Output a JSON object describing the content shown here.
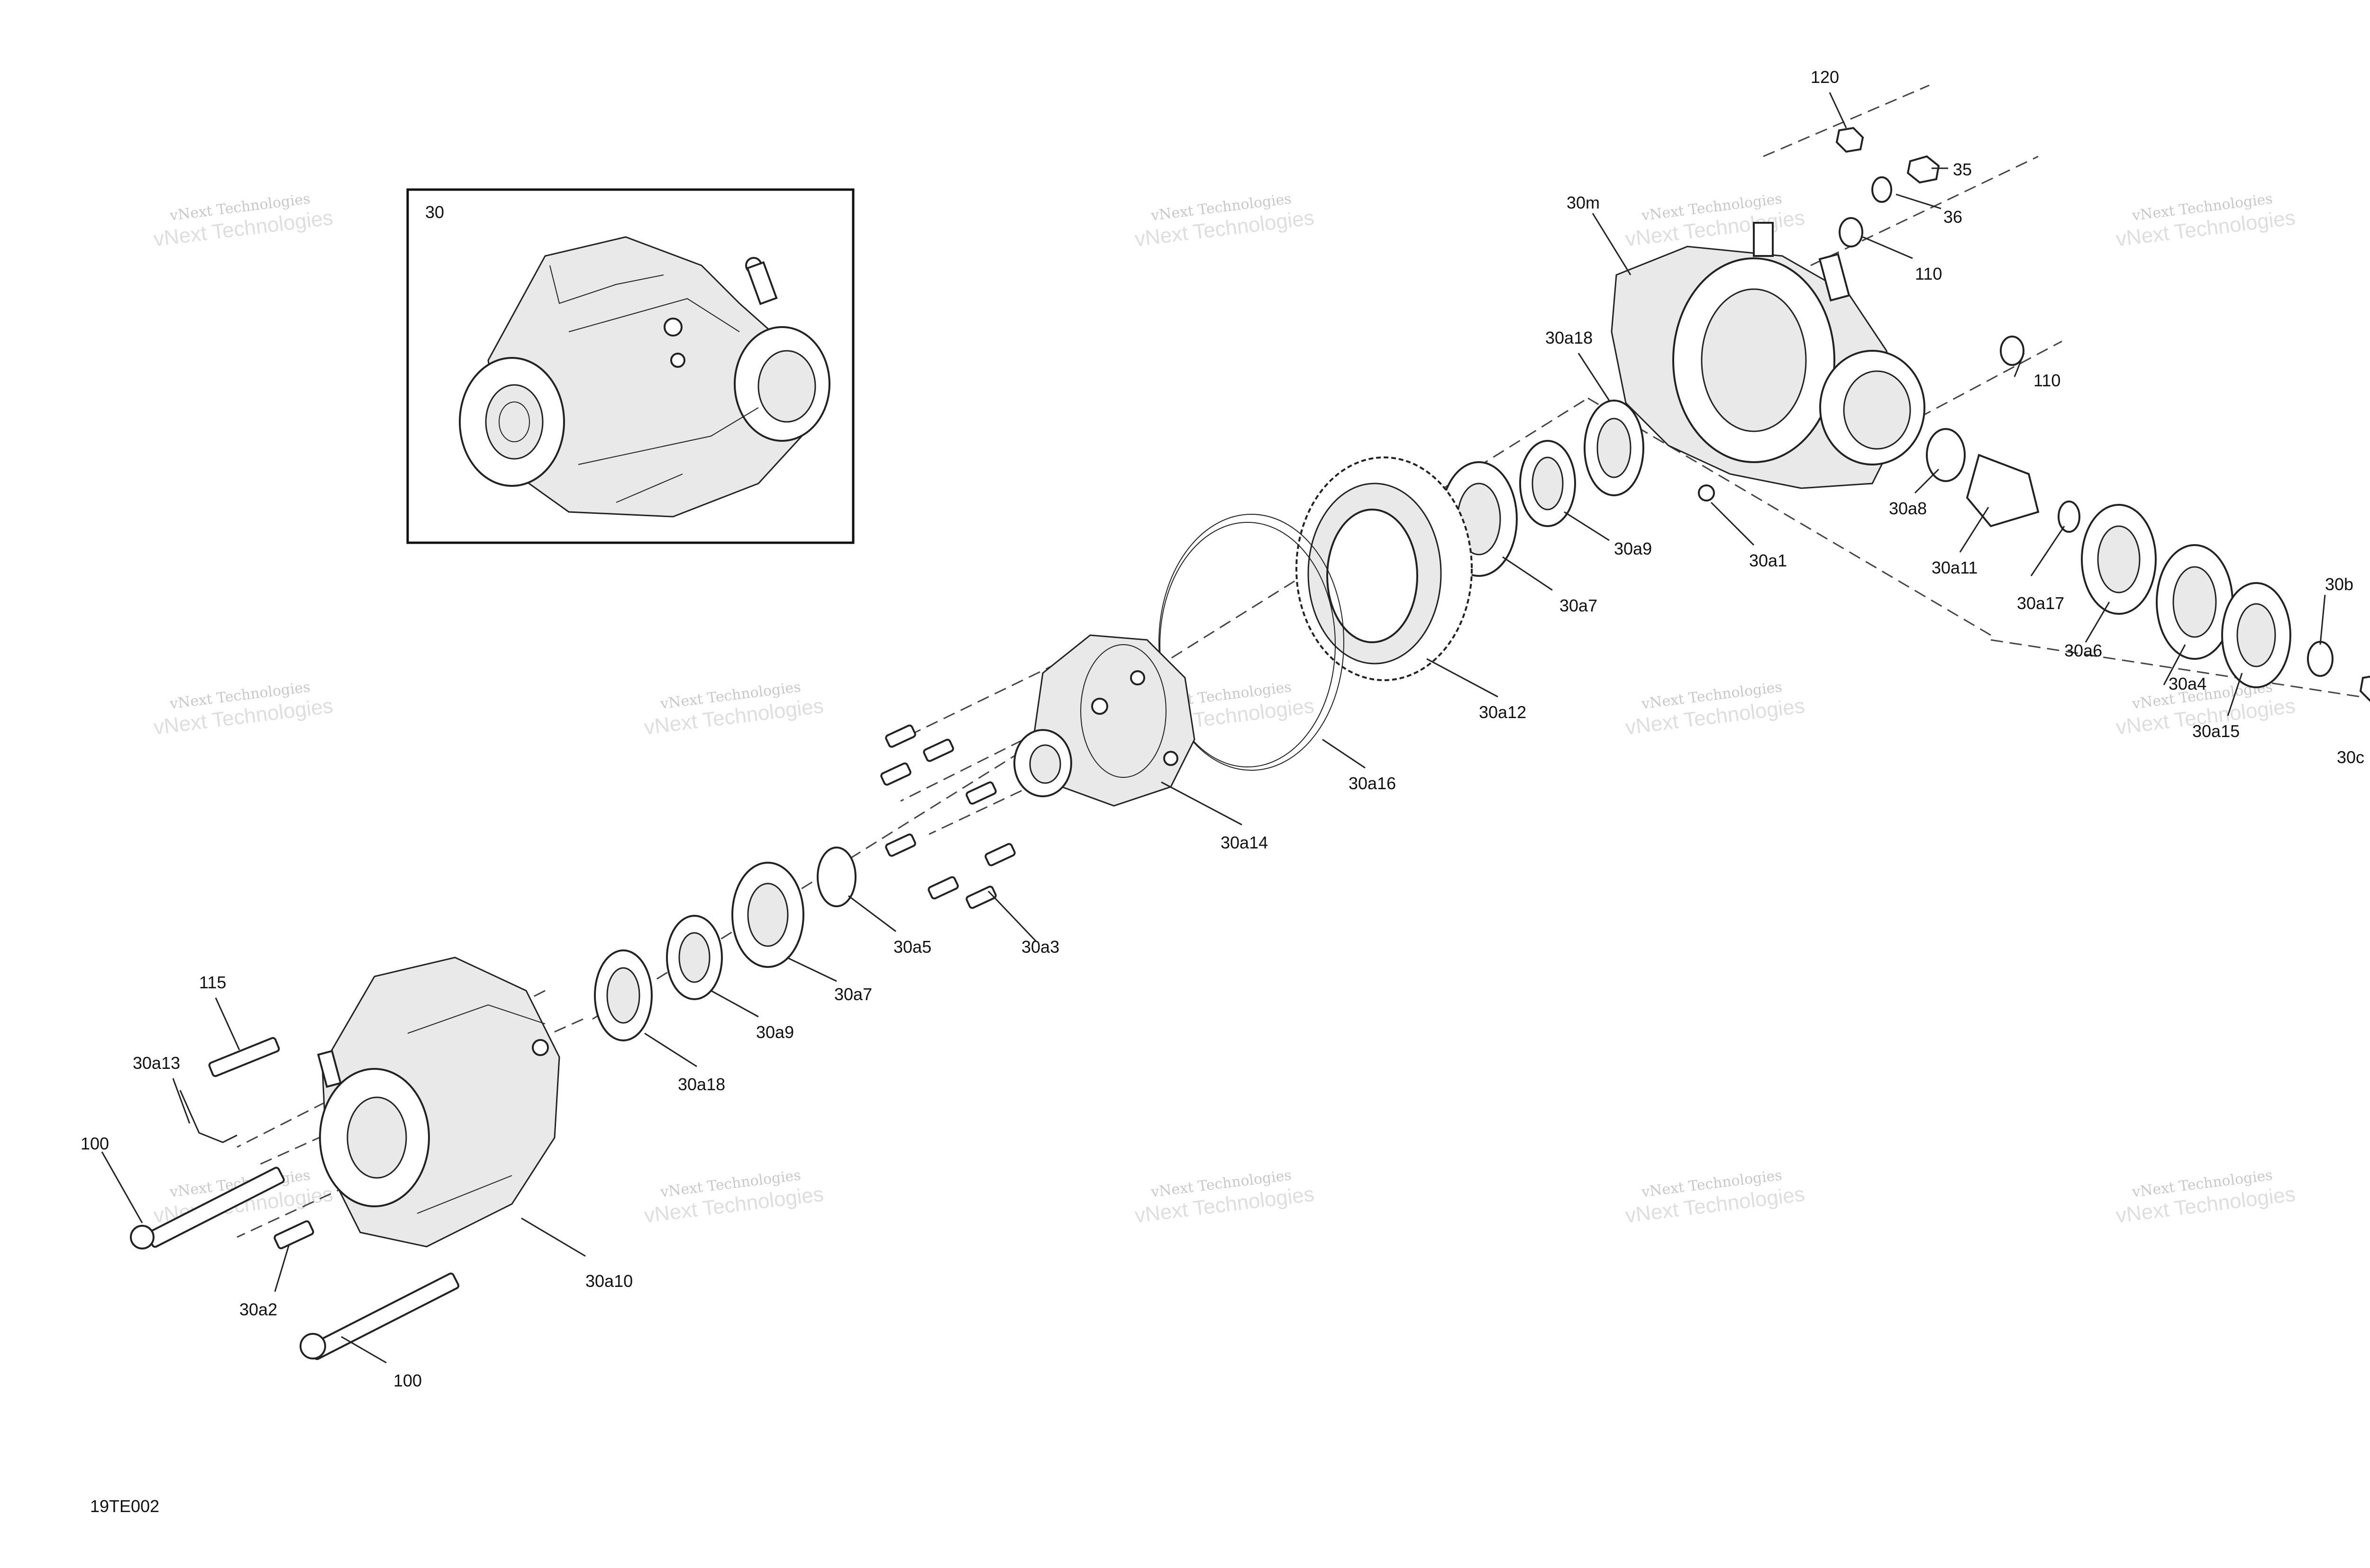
{
  "diagram": {
    "code": "19TE002",
    "inset_label": "30",
    "watermark": {
      "line1": "vNext Technologies",
      "line2": "vNext Technologies"
    },
    "labels": {
      "l120": "120",
      "l35": "35",
      "l36": "36",
      "l110a": "110",
      "l110b": "110",
      "l30m": "30m",
      "l30a18a": "30a18",
      "l30a9a": "30a9",
      "l30a7a": "30a7",
      "l30a1": "30a1",
      "l30a8": "30a8",
      "l30a11": "30a11",
      "l30a17": "30a17",
      "l30a6": "30a6",
      "l30a4": "30a4",
      "l30a15": "30a15",
      "l30b": "30b",
      "l30c": "30c",
      "l30a12": "30a12",
      "l30a16": "30a16",
      "l30a14": "30a14",
      "l30a3": "30a3",
      "l30a5": "30a5",
      "l30a7b": "30a7",
      "l30a9b": "30a9",
      "l30a18b": "30a18",
      "l115": "115",
      "l30a13": "30a13",
      "l100a": "100",
      "l30a10": "30a10",
      "l30a2": "30a2",
      "l100b": "100"
    }
  }
}
